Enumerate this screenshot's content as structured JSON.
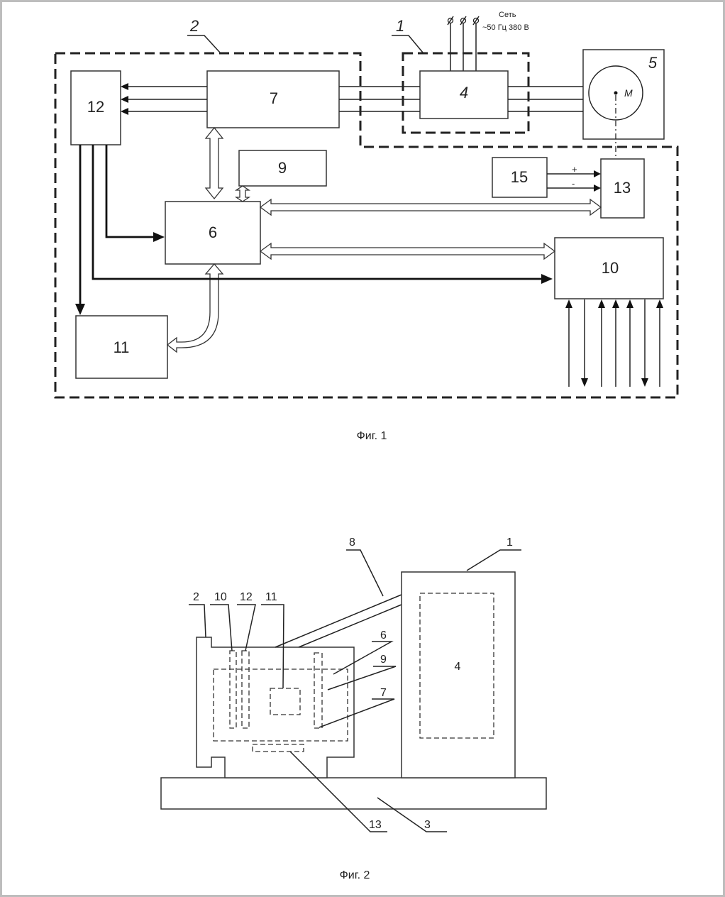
{
  "fig1": {
    "caption": "Фиг. 1",
    "group_labels": {
      "g1": "1",
      "g2": "2"
    },
    "mains_label_1": "Сеть",
    "mains_label_2": "~50 Гц 380 В",
    "motor_label": "M",
    "plus": "+",
    "minus": "-",
    "blocks": {
      "b4": "4",
      "b5": "5",
      "b6": "6",
      "b7": "7",
      "b9": "9",
      "b10": "10",
      "b11": "11",
      "b12": "12",
      "b13": "13",
      "b15": "15"
    }
  },
  "fig2": {
    "caption": "Фиг. 2",
    "labels": {
      "l1": "1",
      "l2": "2",
      "l3": "3",
      "l4": "4",
      "l6": "6",
      "l7": "7",
      "l8": "8",
      "l9": "9",
      "l10": "10",
      "l11": "11",
      "l12": "12",
      "l13": "13"
    }
  },
  "colors": {
    "line": "#222222",
    "frame": "#bdbdbd",
    "background": "#ffffff"
  }
}
